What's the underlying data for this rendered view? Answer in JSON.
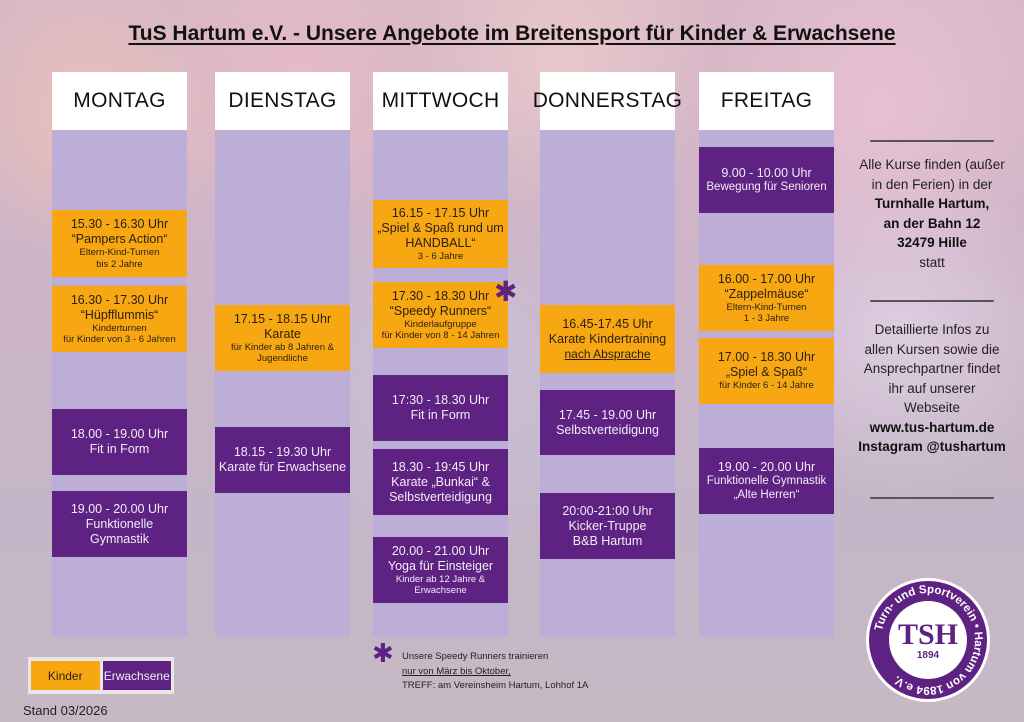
{
  "title": "TuS Hartum e.V.  -  Unsere Angebote im Breitensport für Kinder & Erwachsene",
  "colors": {
    "kinder": "#f7a712",
    "erwachsene": "#5e2282",
    "column": "#bcaed6"
  },
  "days": [
    {
      "name": "MONTAG",
      "blocks": [
        {
          "type": "kid",
          "lines": [
            {
              "t": "15.30 - 16.30 Uhr",
              "k": "time"
            },
            {
              "t": "“Pampers Action“",
              "k": "title"
            },
            {
              "t": "Eltern-Kind-Turnen",
              "k": "note"
            },
            {
              "t": "bis 2 Jahre",
              "k": "note"
            }
          ]
        },
        {
          "type": "kid",
          "lines": [
            {
              "t": "16.30 - 17.30 Uhr",
              "k": "time"
            },
            {
              "t": "“Hüpfflummis“",
              "k": "title"
            },
            {
              "t": "Kinderturnen",
              "k": "note"
            },
            {
              "t": "für Kinder von 3 - 6 Jahren",
              "k": "note"
            }
          ]
        },
        {
          "type": "adult",
          "lines": [
            {
              "t": "18.00 - 19.00 Uhr",
              "k": "time"
            },
            {
              "t": "Fit in Form",
              "k": "title"
            }
          ]
        },
        {
          "type": "adult",
          "lines": [
            {
              "t": "19.00 - 20.00 Uhr",
              "k": "time"
            },
            {
              "t": "Funktionelle",
              "k": "title"
            },
            {
              "t": "Gymnastik",
              "k": "title"
            }
          ]
        }
      ]
    },
    {
      "name": "DIENSTAG",
      "blocks": [
        {
          "type": "kid",
          "lines": [
            {
              "t": "17.15 - 18.15 Uhr",
              "k": "time"
            },
            {
              "t": "Karate",
              "k": "title"
            },
            {
              "t": "für Kinder ab 8 Jahren &",
              "k": "note"
            },
            {
              "t": "Jugendliche",
              "k": "note"
            }
          ]
        },
        {
          "type": "adult",
          "lines": [
            {
              "t": "18.15 - 19.30 Uhr",
              "k": "time"
            },
            {
              "t": "Karate für Erwachsene",
              "k": "title"
            }
          ]
        }
      ]
    },
    {
      "name": "MITTWOCH",
      "blocks": [
        {
          "type": "kid",
          "lines": [
            {
              "t": "16.15 - 17.15 Uhr",
              "k": "time"
            },
            {
              "t": "„Spiel & Spaß rund um",
              "k": "title"
            },
            {
              "t": "HANDBALL“",
              "k": "title"
            },
            {
              "t": "3 - 6 Jahre",
              "k": "note"
            }
          ]
        },
        {
          "type": "kid",
          "lines": [
            {
              "t": "17.30 - 18.30 Uhr",
              "k": "time"
            },
            {
              "t": "“Speedy Runners“",
              "k": "title"
            },
            {
              "t": "Kinderlaufgruppe",
              "k": "note"
            },
            {
              "t": "für Kinder von 8 - 14 Jahren",
              "k": "note"
            }
          ]
        },
        {
          "type": "adult",
          "lines": [
            {
              "t": "17:30 - 18.30 Uhr",
              "k": "time"
            },
            {
              "t": "Fit in Form",
              "k": "title"
            }
          ]
        },
        {
          "type": "adult",
          "lines": [
            {
              "t": "18.30 - 19:45 Uhr",
              "k": "time"
            },
            {
              "t": "Karate  „Bunkai“ &",
              "k": "title"
            },
            {
              "t": "Selbstverteidigung",
              "k": "title"
            }
          ]
        },
        {
          "type": "adult",
          "lines": [
            {
              "t": "20.00 - 21.00 Uhr",
              "k": "time"
            },
            {
              "t": "Yoga für Einsteiger",
              "k": "title"
            },
            {
              "t": "Kinder ab 12 Jahre  &",
              "k": "note"
            },
            {
              "t": "Erwachsene",
              "k": "note"
            }
          ]
        }
      ]
    },
    {
      "name": "DONNERSTAG",
      "blocks": [
        {
          "type": "kid",
          "lines": [
            {
              "t": "16.45-17.45 Uhr",
              "k": "time"
            },
            {
              "t": "Karate Kindertraining",
              "k": "title"
            },
            {
              "t": "nach Absprache",
              "k": "link"
            }
          ]
        },
        {
          "type": "adult",
          "lines": [
            {
              "t": "17.45 - 19.00 Uhr",
              "k": "time"
            },
            {
              "t": "Selbstverteidigung",
              "k": "title"
            }
          ]
        },
        {
          "type": "adult",
          "lines": [
            {
              "t": "20:00-21:00 Uhr",
              "k": "time"
            },
            {
              "t": "Kicker-Truppe",
              "k": "title"
            },
            {
              "t": "B&B Hartum",
              "k": "title"
            }
          ]
        }
      ]
    },
    {
      "name": "FREITAG",
      "blocks": [
        {
          "type": "adult",
          "lines": [
            {
              "t": "9.00 - 10.00 Uhr",
              "k": "time"
            },
            {
              "t": "Bewegung für Senioren",
              "k": "note2"
            }
          ]
        },
        {
          "type": "kid",
          "lines": [
            {
              "t": "16.00 - 17.00 Uhr",
              "k": "time"
            },
            {
              "t": "“Zappelmäuse“",
              "k": "title"
            },
            {
              "t": "Eltern-Kind-Turnen",
              "k": "note"
            },
            {
              "t": "1 - 3 Jahre",
              "k": "note"
            }
          ]
        },
        {
          "type": "kid",
          "lines": [
            {
              "t": "17.00 - 18.30 Uhr",
              "k": "time"
            },
            {
              "t": "„Spiel & Spaß“",
              "k": "title"
            },
            {
              "t": "für Kinder 6 - 14 Jahre",
              "k": "note"
            }
          ]
        },
        {
          "type": "adult",
          "lines": [
            {
              "t": "19.00 - 20.00 Uhr",
              "k": "time"
            },
            {
              "t": "Funktionelle Gymnastik",
              "k": "note2"
            },
            {
              "t": "„Alte Herren“",
              "k": "note2"
            }
          ]
        }
      ]
    }
  ],
  "info": {
    "location_intro_1": "Alle Kurse finden (außer",
    "location_intro_2": "in den Ferien) in der",
    "venue": "Turnhalle Hartum,",
    "street": "an der Bahn 12",
    "city": "32479 Hille",
    "location_outro": "statt",
    "details_1": "Detaillierte Infos zu",
    "details_2": "allen Kursen sowie die",
    "details_3": "Ansprechpartner findet",
    "details_4": "ihr auf unserer",
    "details_5": "Webseite",
    "website": "www.tus-hartum.de",
    "instagram": "Instagram @tushartum"
  },
  "legend": {
    "kinder": "Kinder",
    "erwachsene": "Erwachsene"
  },
  "footnote": {
    "line1": "Unsere Speedy Runners trainieren",
    "line2": "nur von März bis Oktober,",
    "line3": "TREFF: am Vereinsheim Hartum, Lohhof 1A"
  },
  "stand": "Stand 03/2026",
  "logo": {
    "text": "Turn- und Sportverein Hartum von 1894 e.V.",
    "initials": "TSH",
    "year": "1894"
  }
}
